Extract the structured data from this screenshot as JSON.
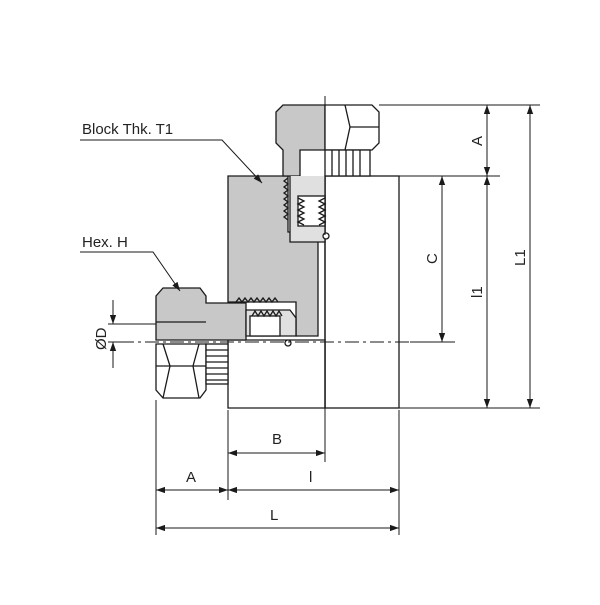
{
  "labels": {
    "block_thickness": "Block Thk. T1",
    "hex": "Hex. H",
    "diameter": "ØD",
    "dim_A_top": "A",
    "dim_C": "C",
    "dim_l1": "l1",
    "dim_L1": "L1",
    "dim_B": "B",
    "dim_A_bottom": "A",
    "dim_l": "l",
    "dim_L": "L"
  },
  "colors": {
    "line": "#1a1a1a",
    "section_fill": "#c8c8c8",
    "body_fill": "#ffffff",
    "thread_fill": "#f2f2f2"
  }
}
